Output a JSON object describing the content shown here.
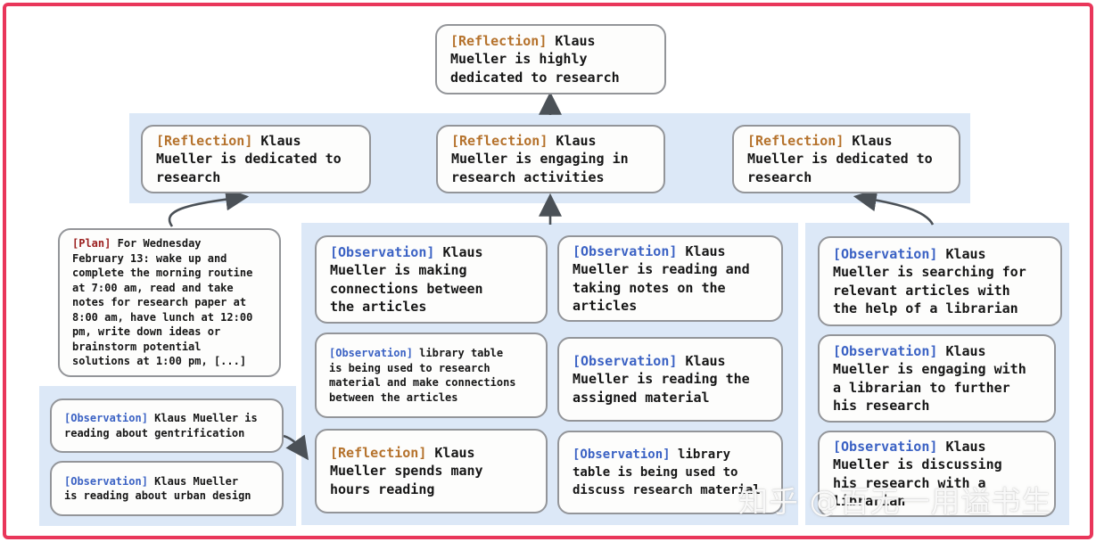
{
  "colors": {
    "frame_border": "#e9365a",
    "band_background": "#dce8f7",
    "node_border": "#939599",
    "node_background": "#fdfdfc",
    "reflection_tag": "#b5722c",
    "observation_tag": "#3b62c4",
    "plan_tag": "#9b1f1f",
    "arrow": "#4b5157",
    "body_text": "#161616"
  },
  "watermark": {
    "text": "知乎 @百无一用谥书生"
  },
  "nodes": {
    "top": {
      "tag": "[Reflection]",
      "text": "Klaus\nMueller is highly\ndedicated to research"
    },
    "row2_left": {
      "tag": "[Reflection]",
      "text": "Klaus\nMueller is dedicated to\nresearch"
    },
    "row2_mid": {
      "tag": "[Reflection]",
      "text": "Klaus\nMueller is engaging in\nresearch activities"
    },
    "row2_right": {
      "tag": "[Reflection]",
      "text": "Klaus\nMueller is dedicated to\nresearch"
    },
    "plan": {
      "tag": "[Plan]",
      "text": "For Wednesday\nFebruary 13: wake up and\ncomplete the morning routine\nat 7:00 am, read and take\nnotes for research paper at\n8:00 am, have lunch at 12:00\npm, write down ideas or\nbrainstorm potential\nsolutions at 1:00 pm, [...]"
    },
    "left_obs_1": {
      "tag": "[Observation]",
      "text": "Klaus Mueller is\nreading about gentrification"
    },
    "left_obs_2": {
      "tag": "[Observation]",
      "text": "Klaus Mueller\nis reading about urban design"
    },
    "mid_a": {
      "tag": "[Observation]",
      "text": "Klaus\nMueller is making\nconnections between\nthe articles"
    },
    "mid_b": {
      "tag": "[Observation]",
      "text": "library table\nis being used to research\nmaterial and make connections\nbetween the articles"
    },
    "mid_c": {
      "tag": "[Reflection]",
      "text": "Klaus\nMueller spends many\nhours reading"
    },
    "mid_d": {
      "tag": "[Observation]",
      "text": "Klaus\nMueller is reading and\ntaking notes on the\narticles"
    },
    "mid_e": {
      "tag": "[Observation]",
      "text": "Klaus\nMueller is reading the\nassigned material"
    },
    "mid_f": {
      "tag": "[Observation]",
      "text": "library\ntable is being used to\ndiscuss research material"
    },
    "right_a": {
      "tag": "[Observation]",
      "text": "Klaus\nMueller is searching for\nrelevant articles with\nthe help of a librarian"
    },
    "right_b": {
      "tag": "[Observation]",
      "text": "Klaus\nMueller is engaging with\na librarian to further\nhis research"
    },
    "right_c": {
      "tag": "[Observation]",
      "text": "Klaus\nMueller is discussing\nhis research with a\nlibrarian"
    }
  }
}
